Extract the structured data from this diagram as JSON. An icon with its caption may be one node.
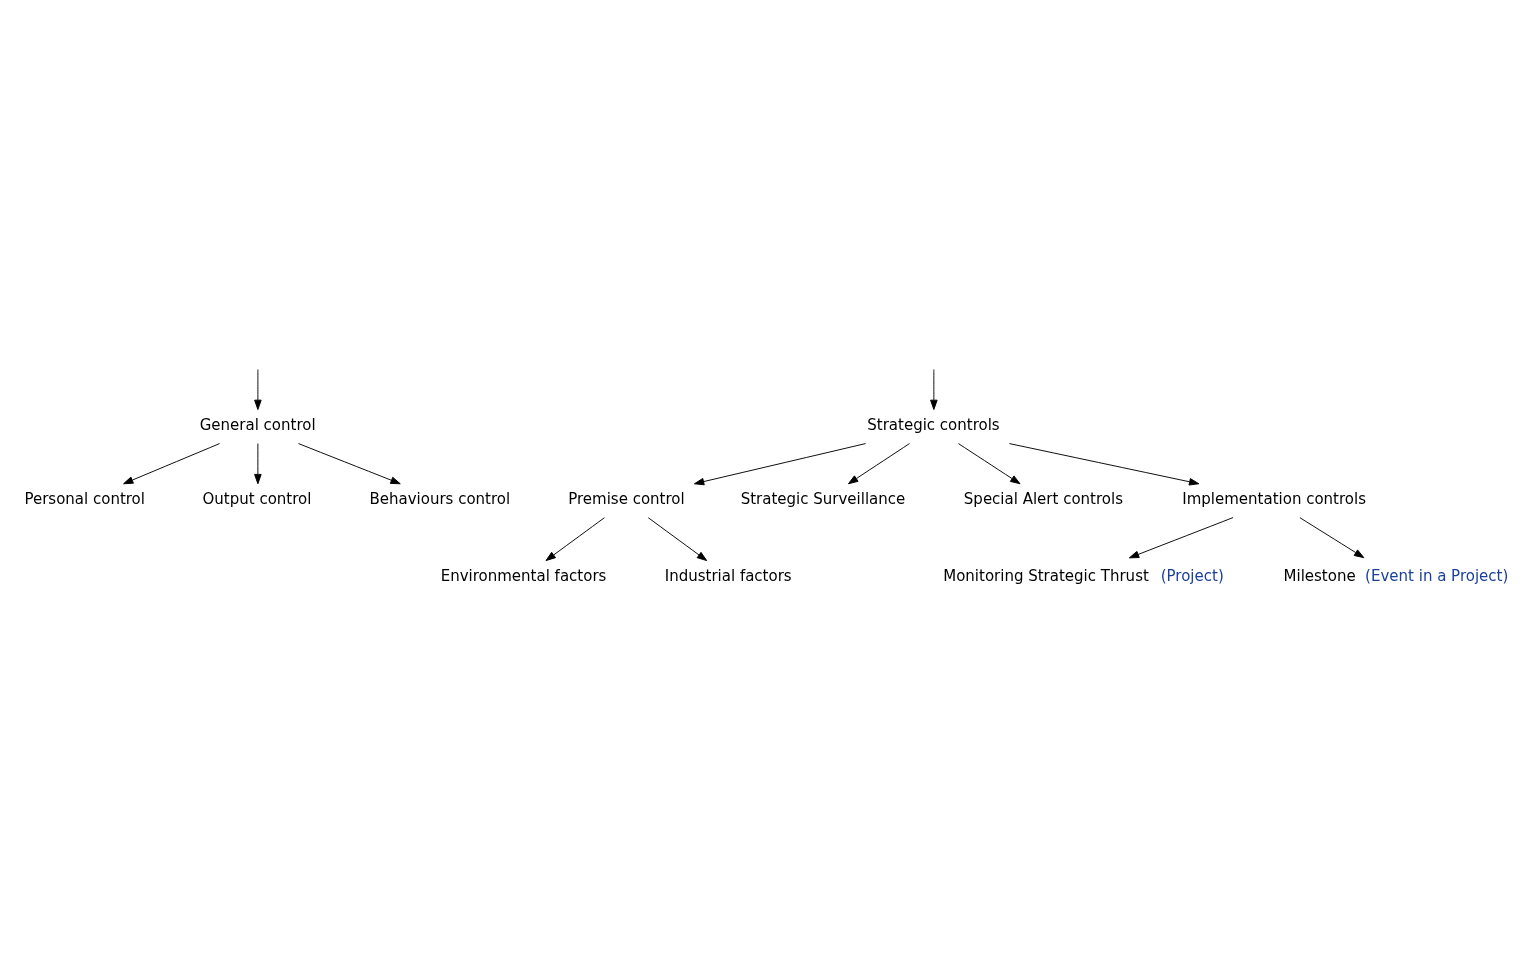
{
  "diagram": {
    "nodes": [
      {
        "text": [
          "General control"
        ]
      },
      {
        "text": [
          "Strategic controls"
        ]
      },
      {
        "text": [
          "Personal control"
        ]
      },
      {
        "text": [
          "Output control"
        ]
      },
      {
        "text": [
          "Behaviours control"
        ]
      },
      {
        "text": [
          "Premise control"
        ]
      },
      {
        "text": [
          "Strategic Surveillance"
        ]
      },
      {
        "text": [
          "Special Alert controls"
        ]
      },
      {
        "text": [
          "Implementation controls"
        ]
      },
      {
        "text": [
          "Environmental factors"
        ]
      },
      {
        "text": [
          "Industrial factors"
        ]
      },
      {
        "text": [
          "Monitoring Strategic Thrust"
        ],
        "beside": [
          "(Project)"
        ]
      },
      {
        "text": [
          "Milestone"
        ],
        "beside": [
          "(Event in a Project)"
        ]
      }
    ],
    "edges": [
      {
        "from": null,
        "to": 0,
        "arrow": "to"
      },
      {
        "from": null,
        "to": 1,
        "arrow": "to"
      },
      {
        "from": 0,
        "to": 2,
        "arrow": "to"
      },
      {
        "from": 0,
        "to": 3,
        "arrow": "to"
      },
      {
        "from": 0,
        "to": 4,
        "arrow": "to"
      },
      {
        "from": 1,
        "to": 5,
        "arrow": "to"
      },
      {
        "from": 1,
        "to": 6,
        "arrow": "to"
      },
      {
        "from": 1,
        "to": 7,
        "arrow": "to"
      },
      {
        "from": 1,
        "to": 8,
        "arrow": "to"
      },
      {
        "from": 5,
        "to": 9,
        "arrow": "to"
      },
      {
        "from": 5,
        "to": 10,
        "arrow": "to"
      },
      {
        "from": 8,
        "to": 11,
        "arrow": "to"
      },
      {
        "from": 8,
        "to": 12,
        "arrow": "to"
      }
    ]
  }
}
